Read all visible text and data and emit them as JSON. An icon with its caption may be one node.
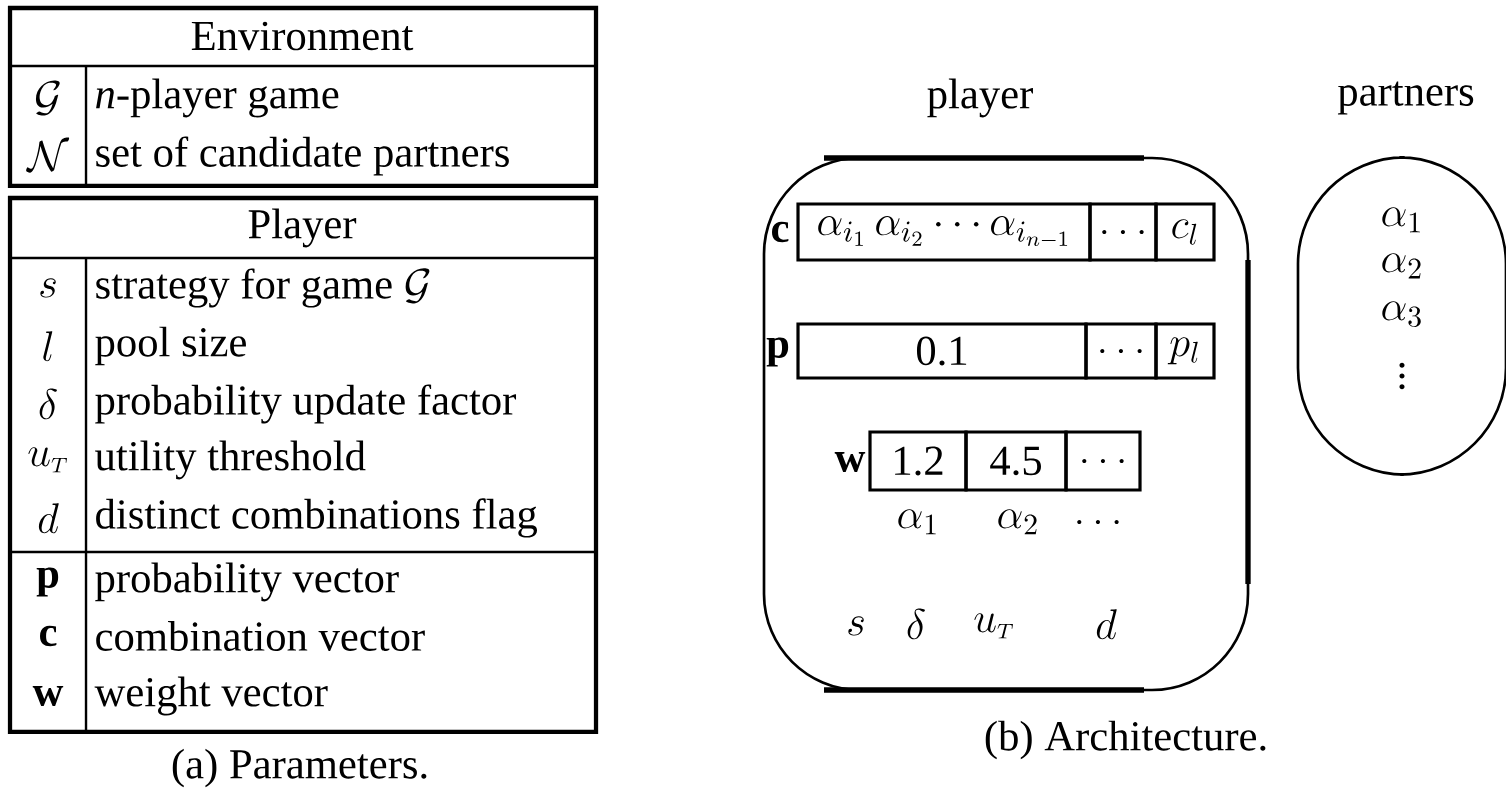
{
  "diagram": {
    "nodes": [
      {
        "text": [
          "player"
        ]
      },
      {
        "text": [
          "\\alpha_{i_1}\\,\\alpha_{i_2}\\cdots\\alpha_{i_{n-1}}"
        ],
        "in": 0
      },
      {
        "text": [
          "\\ldots"
        ],
        "in": 0
      },
      {
        "text": [
          "c_l"
        ],
        "in": 0
      },
      {
        "text": [
          "0.1"
        ],
        "in": 0
      },
      {
        "text": [
          "\\ldots"
        ],
        "in": 0
      },
      {
        "text": [
          "p_l"
        ],
        "in": 0
      },
      {
        "text": [
          "1.2"
        ],
        "in": 0
      },
      {
        "text": [
          "4.5"
        ],
        "in": 0
      },
      {
        "text": [
          "\\ldots"
        ],
        "in": 0
      },
      {
        "text": [
          "partners",
          "\\alpha_1",
          "\\alpha_2",
          "\\alpha_3",
          "\\vdots"
        ]
      }
    ],
    "labels": [
      "Environment",
      "\\mathcal{G}",
      "*n*-player game",
      "\\mathcal{N}",
      "set of candidate partners",
      "Player",
      "s",
      "\\mbox{strategy for game }\\mathcal{G}",
      "l",
      "pool size",
      "\\delta",
      "probability update factor",
      "u_{\\scriptscriptstyle T}",
      "utility threshold",
      "d",
      "distinct combinations flag",
      "\\mathbf{p}",
      "probability vector",
      "\\mathbf{c}",
      "combination vector",
      "\\mathbf{w}",
      "weight vector",
      "(a) Parameters.",
      "\\mathbf{c}",
      "\\mathbf{p}",
      "\\mathbf{w}",
      "\\alpha_1",
      "\\alpha_2",
      "\\ldots",
      "s",
      "\\delta",
      "u_{\\scriptscriptstyle T}",
      "d",
      "(b) Architecture."
    ]
  }
}
